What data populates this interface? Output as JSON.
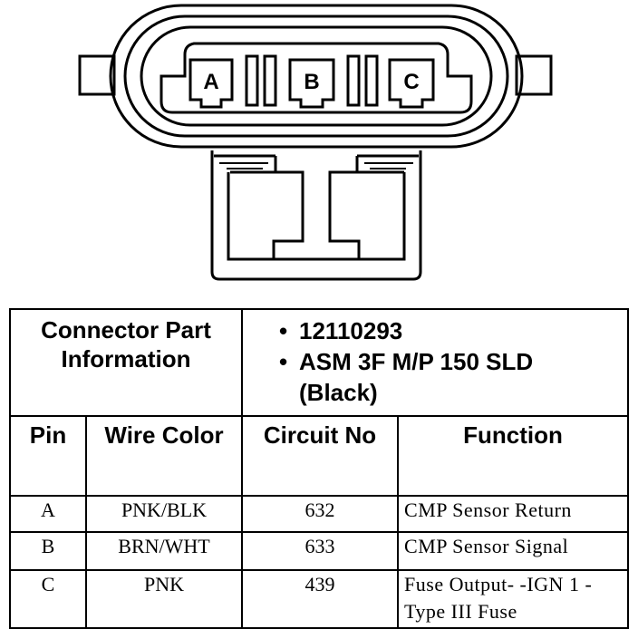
{
  "connector": {
    "pins": [
      "A",
      "B",
      "C"
    ]
  },
  "table": {
    "part_info_label": "Connector Part Information",
    "part_info_values": [
      "12110293",
      "ASM 3F M/P 150 SLD",
      "(Black)"
    ],
    "headers": {
      "pin": "Pin",
      "wire_color": "Wire Color",
      "circuit_no": "Circuit No",
      "function": "Function"
    },
    "rows": [
      {
        "pin": "A",
        "wire_color": "PNK/BLK",
        "circuit_no": "632",
        "function": "CMP Sensor Return"
      },
      {
        "pin": "B",
        "wire_color": "BRN/WHT",
        "circuit_no": "633",
        "function": "CMP Sensor Signal"
      },
      {
        "pin": "C",
        "wire_color": "PNK",
        "circuit_no": "439",
        "function": "Fuse Output- -IGN 1 - Type III Fuse"
      }
    ]
  }
}
